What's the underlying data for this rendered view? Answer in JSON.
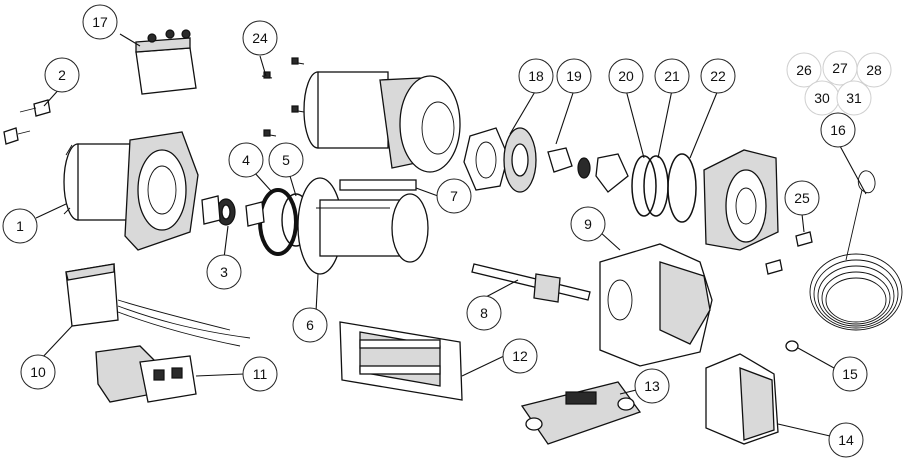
{
  "callouts": [
    "1",
    "2",
    "3",
    "4",
    "5",
    "6",
    "7",
    "8",
    "9",
    "10",
    "11",
    "12",
    "13",
    "14",
    "15",
    "16",
    "17",
    "18",
    "19",
    "20",
    "21",
    "22",
    "24",
    "25",
    "26",
    "27",
    "28",
    "30",
    "31"
  ]
}
